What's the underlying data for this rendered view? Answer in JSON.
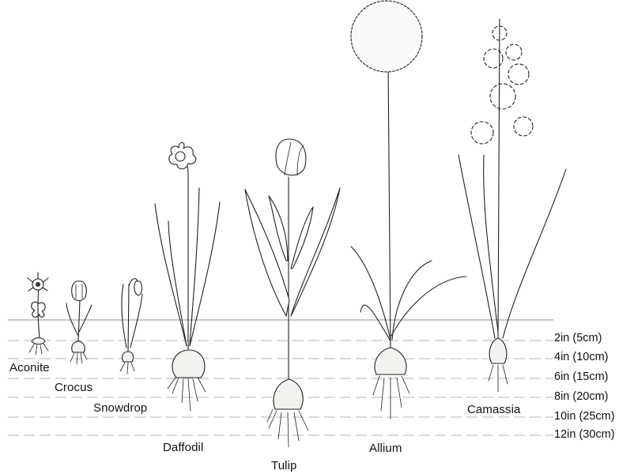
{
  "plants": [
    {
      "id": "aconite",
      "label": "Aconite"
    },
    {
      "id": "crocus",
      "label": "Crocus"
    },
    {
      "id": "snowdrop",
      "label": "Snowdrop"
    },
    {
      "id": "daffodil",
      "label": "Daffodil"
    },
    {
      "id": "tulip",
      "label": "Tulip"
    },
    {
      "id": "allium",
      "label": "Allium"
    },
    {
      "id": "camassia",
      "label": "Camassia"
    }
  ],
  "depths": [
    "2in (5cm)",
    "4in (10cm)",
    "6in (15cm)",
    "8in (20cm)",
    "10in (25cm)",
    "12in (30cm)"
  ],
  "colors": {
    "ink": "#222222",
    "guide": "#c4c4c4",
    "bulb": "#f4f2ee"
  }
}
